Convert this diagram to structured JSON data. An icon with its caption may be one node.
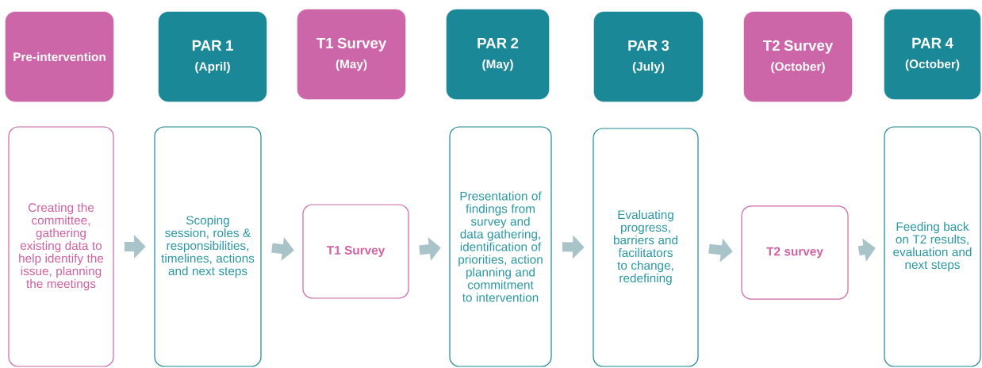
{
  "diagram": {
    "nodes": [
      {
        "text": [
          "Pre-intervention"
        ]
      },
      {
        "text": [
          "PAR 1",
          "(April)"
        ]
      },
      {
        "text": [
          "T1 Survey",
          "(May)"
        ]
      },
      {
        "text": [
          "PAR 2",
          "(May)"
        ]
      },
      {
        "text": [
          "PAR 3",
          "(July)"
        ]
      },
      {
        "text": [
          "T2 Survey",
          "(October)"
        ]
      },
      {
        "text": [
          "PAR 4",
          "(October)"
        ]
      },
      {
        "text": [
          "Creating the committee, gathering existing data to help identify the issue, planning the meetings"
        ]
      },
      {
        "text": [
          "Scoping session, roles & responsibilities, timelines, actions and next steps"
        ]
      },
      {
        "text": [
          "T1 Survey"
        ]
      },
      {
        "text": [
          "Presentation of findings from survey and data gathering, identification of priorities, action planning and commitment to intervention"
        ]
      },
      {
        "text": [
          "Evaluating progress, barriers and facilitators to change, redefining"
        ]
      },
      {
        "text": [
          "T2 survey"
        ]
      },
      {
        "text": [
          "Feeding back on T2 results, evaluation and next steps"
        ]
      }
    ],
    "edges": [
      {
        "from": 7,
        "to": 8,
        "arrow": "to"
      },
      {
        "from": 8,
        "to": 9,
        "arrow": "to"
      },
      {
        "from": 9,
        "to": 10,
        "arrow": "to"
      },
      {
        "from": 10,
        "to": 11,
        "arrow": "to"
      },
      {
        "from": 11,
        "to": 12,
        "arrow": "to"
      },
      {
        "from": 12,
        "to": 13,
        "arrow": "to"
      }
    ]
  }
}
